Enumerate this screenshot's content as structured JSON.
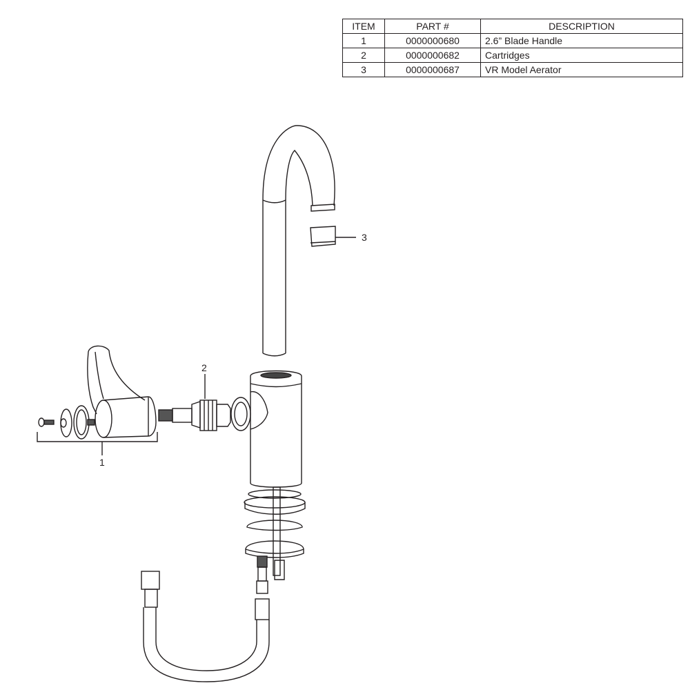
{
  "parts_table": {
    "headers": [
      "ITEM",
      "PART #",
      "DESCRIPTION"
    ],
    "rows": [
      {
        "item": "1",
        "part": "0000000680",
        "description": "2.6” Blade Handle"
      },
      {
        "item": "2",
        "part": "0000000682",
        "description": "Cartridges"
      },
      {
        "item": "3",
        "part": "0000000687",
        "description": "VR Model Aerator"
      }
    ]
  },
  "callouts": {
    "item1": "1",
    "item2": "2",
    "item3": "3"
  },
  "drawing": {
    "subject": "gooseneck faucet exploded view",
    "line_color": "#231f20",
    "components": [
      "spout",
      "aerator",
      "blade-handle",
      "screw",
      "cap",
      "o-ring",
      "cartridge",
      "faucet-body",
      "mounting-base",
      "washer",
      "lock-ring",
      "supply-hose"
    ]
  }
}
